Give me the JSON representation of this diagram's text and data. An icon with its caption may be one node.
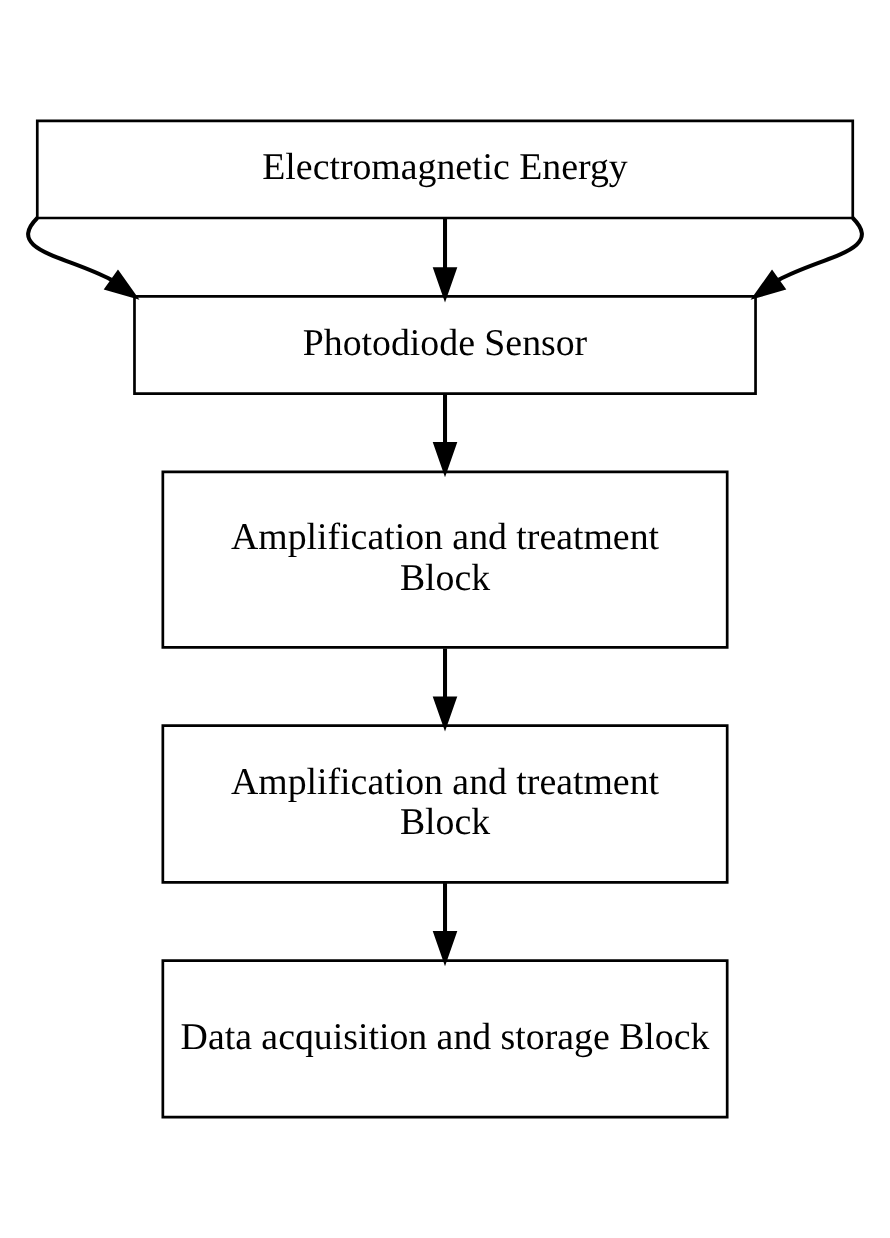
{
  "diagram": {
    "nodes": [
      {
        "text": [
          "Electromagnetic Energy"
        ]
      },
      {
        "text": [
          "Photodiode Sensor"
        ]
      },
      {
        "text": [
          "Amplification and treatment Block"
        ]
      },
      {
        "text": [
          "Amplification and treatment Block"
        ]
      },
      {
        "text": [
          "Data acquisition and storage Block"
        ]
      }
    ],
    "edges": [
      {
        "from": 0,
        "to": 1,
        "arrow": "to"
      },
      {
        "from": 0,
        "to": 1,
        "arrow": "to"
      },
      {
        "from": 0,
        "to": 1,
        "arrow": "to"
      },
      {
        "from": 1,
        "to": 2,
        "arrow": "to"
      },
      {
        "from": 2,
        "to": 3,
        "arrow": "to"
      },
      {
        "from": 3,
        "to": 4,
        "arrow": "to"
      }
    ]
  }
}
